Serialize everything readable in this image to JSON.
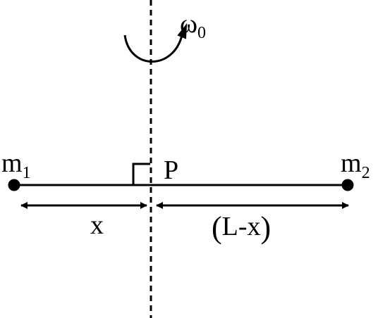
{
  "diagram": {
    "omega": {
      "symbol": "ω",
      "subscript": "0"
    },
    "mass_left": {
      "symbol": "m",
      "subscript": "1"
    },
    "mass_right": {
      "symbol": "m",
      "subscript": "2"
    },
    "point_label": "P",
    "dim_left": "x",
    "dim_right": {
      "open": "(",
      "text": "L-x",
      "close": ")"
    },
    "colors": {
      "ink": "#000000",
      "background": "#ffffff"
    }
  }
}
